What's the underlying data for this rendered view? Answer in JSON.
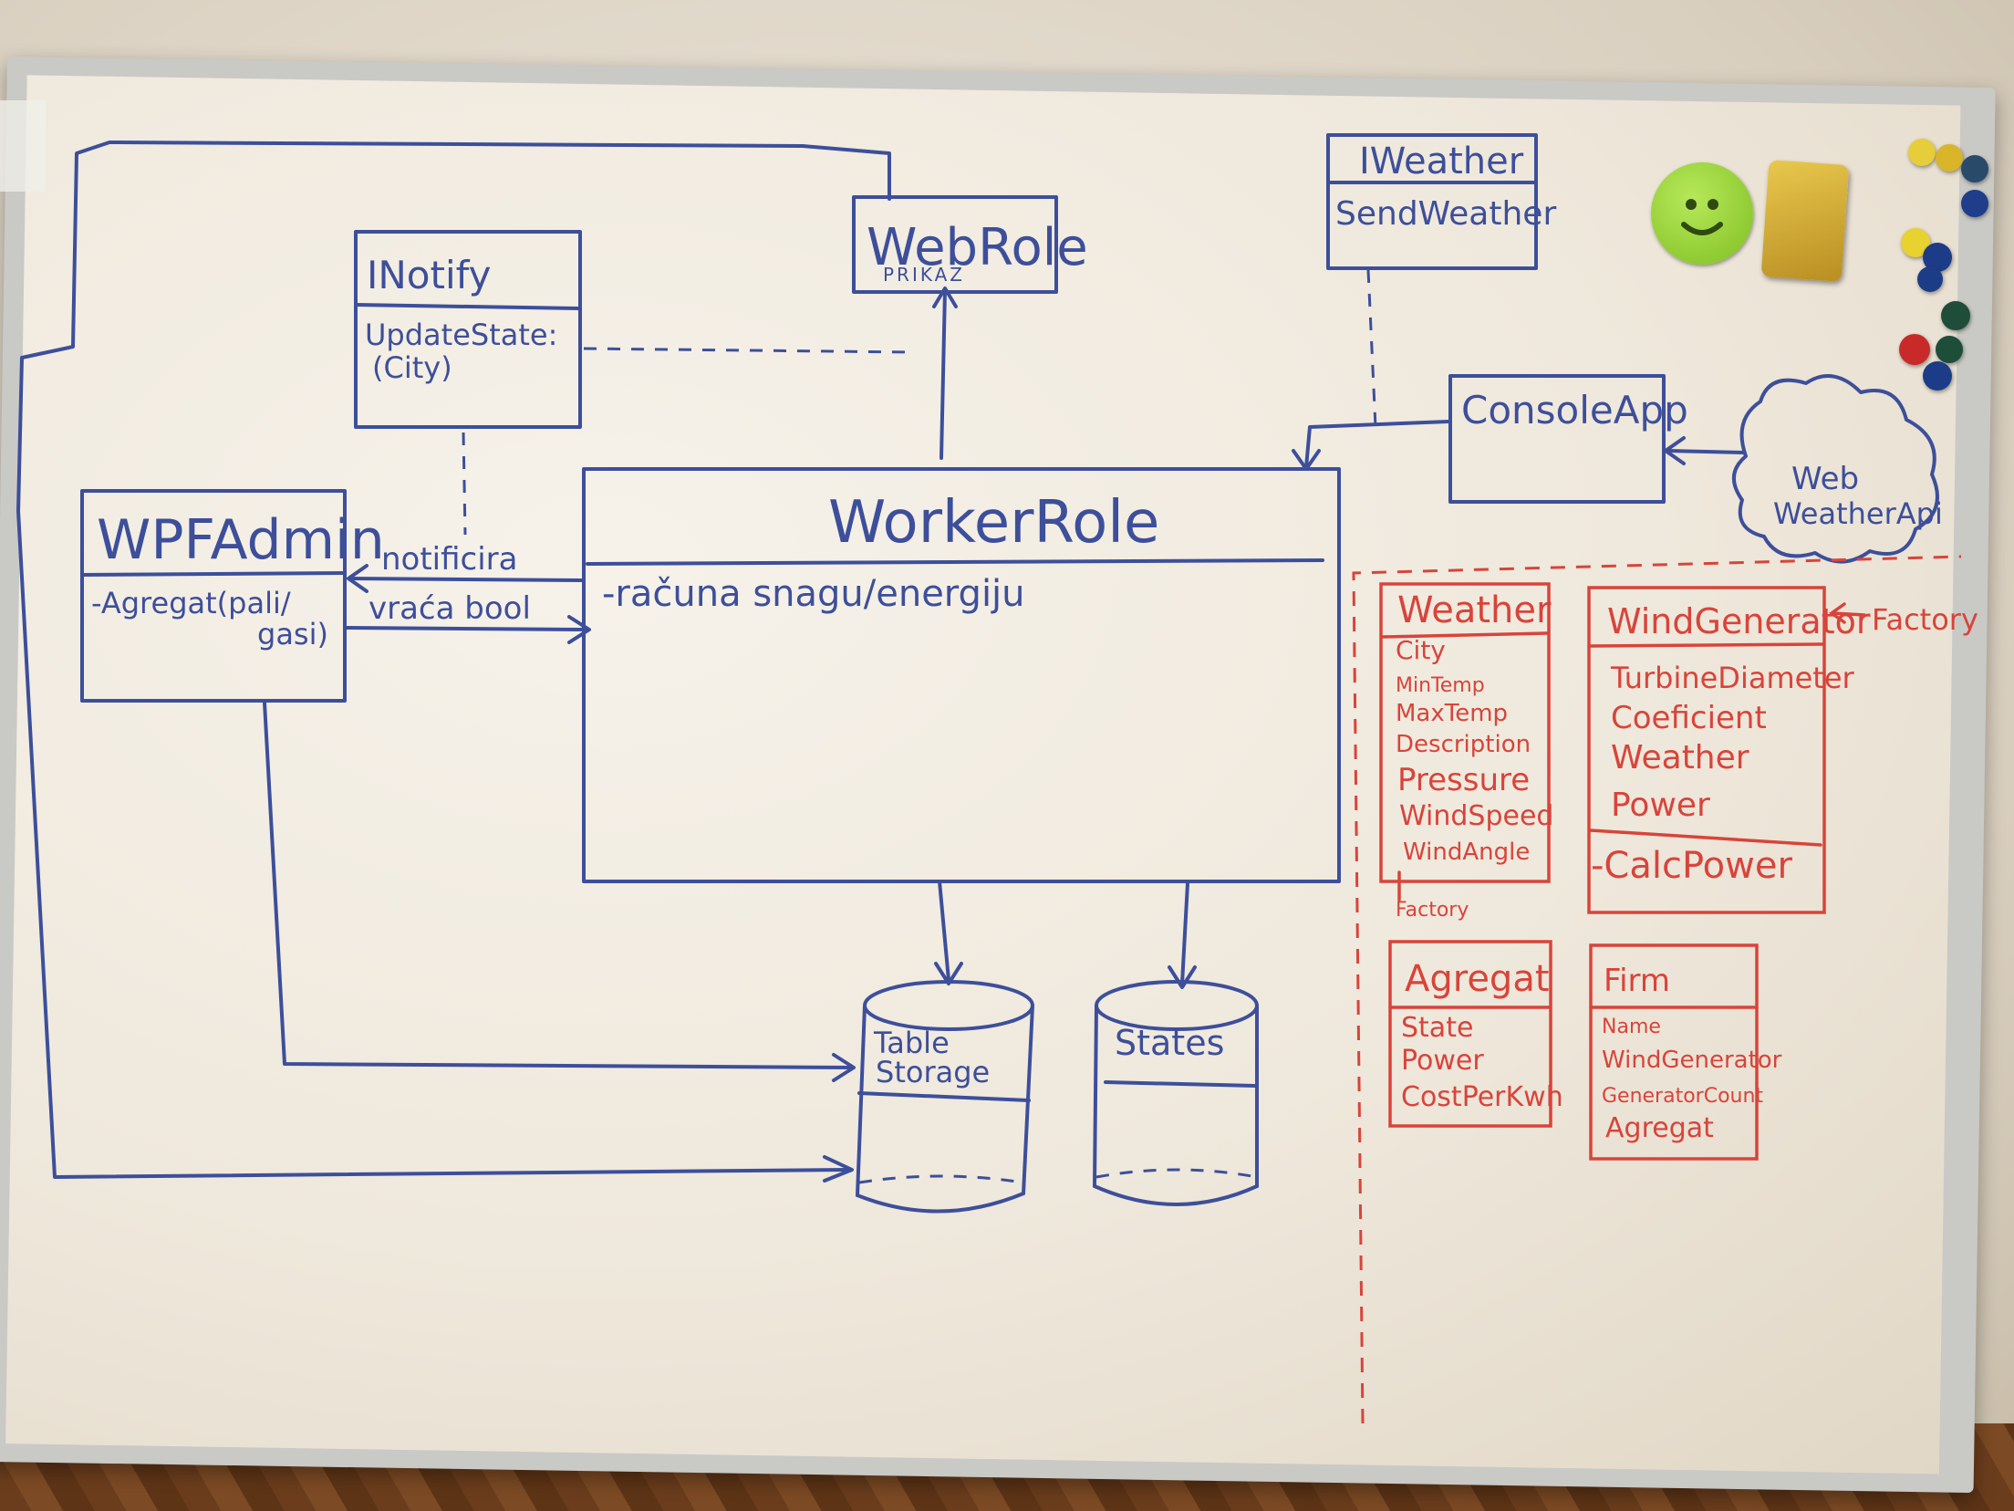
{
  "interfaces": {
    "inotify": {
      "title": "INotify",
      "members": [
        "UpdateState:",
        "(City)"
      ]
    },
    "iweather": {
      "title": "IWeather",
      "members": [
        "SendWeather"
      ]
    }
  },
  "webrole": {
    "title": "WebRole",
    "note": "PRIKAZ"
  },
  "workerrole": {
    "title": "WorkerRole",
    "members": [
      "-računa snagu/energiju"
    ]
  },
  "wpfadmin": {
    "title": "WPFAdmin",
    "members": [
      "-Agregat(pali/",
      "gasi)"
    ]
  },
  "consoleapp": {
    "title": "ConsoleApp"
  },
  "webweatherapi": {
    "lines": [
      "Web",
      "WeatherApi"
    ]
  },
  "edge_labels": {
    "notify": "notificira",
    "returns": "vraća bool"
  },
  "storage": {
    "table": [
      "Table",
      "Storage"
    ],
    "states": "States"
  },
  "models": {
    "weather": {
      "title": "Weather",
      "fields": [
        "City",
        "MinTemp",
        "MaxTemp",
        "Description",
        "Pressure",
        "WindSpeed",
        "WindAngle"
      ],
      "note": "Factory"
    },
    "windgenerator": {
      "title": "WindGenerator",
      "fields": [
        "TurbineDiameter",
        "Coeficient",
        "Weather",
        "Power"
      ],
      "methods": [
        "-CalcPower"
      ],
      "note": "Factory"
    },
    "agregat": {
      "title": "Agregat",
      "fields": [
        "State",
        "Power",
        "CostPerKwh"
      ]
    },
    "firm": {
      "title": "Firm",
      "fields": [
        "Name",
        "WindGenerator",
        "GeneratorCount",
        "Agregat"
      ]
    }
  },
  "colors": {
    "ink_blue": "#3d4f9a",
    "ink_red": "#d8443a",
    "magnet_green": "#8fce2c",
    "eraser": "#d9b23c"
  },
  "icons": [
    "smiley-magnet-icon",
    "eraser-icon",
    "magnet-icon"
  ]
}
